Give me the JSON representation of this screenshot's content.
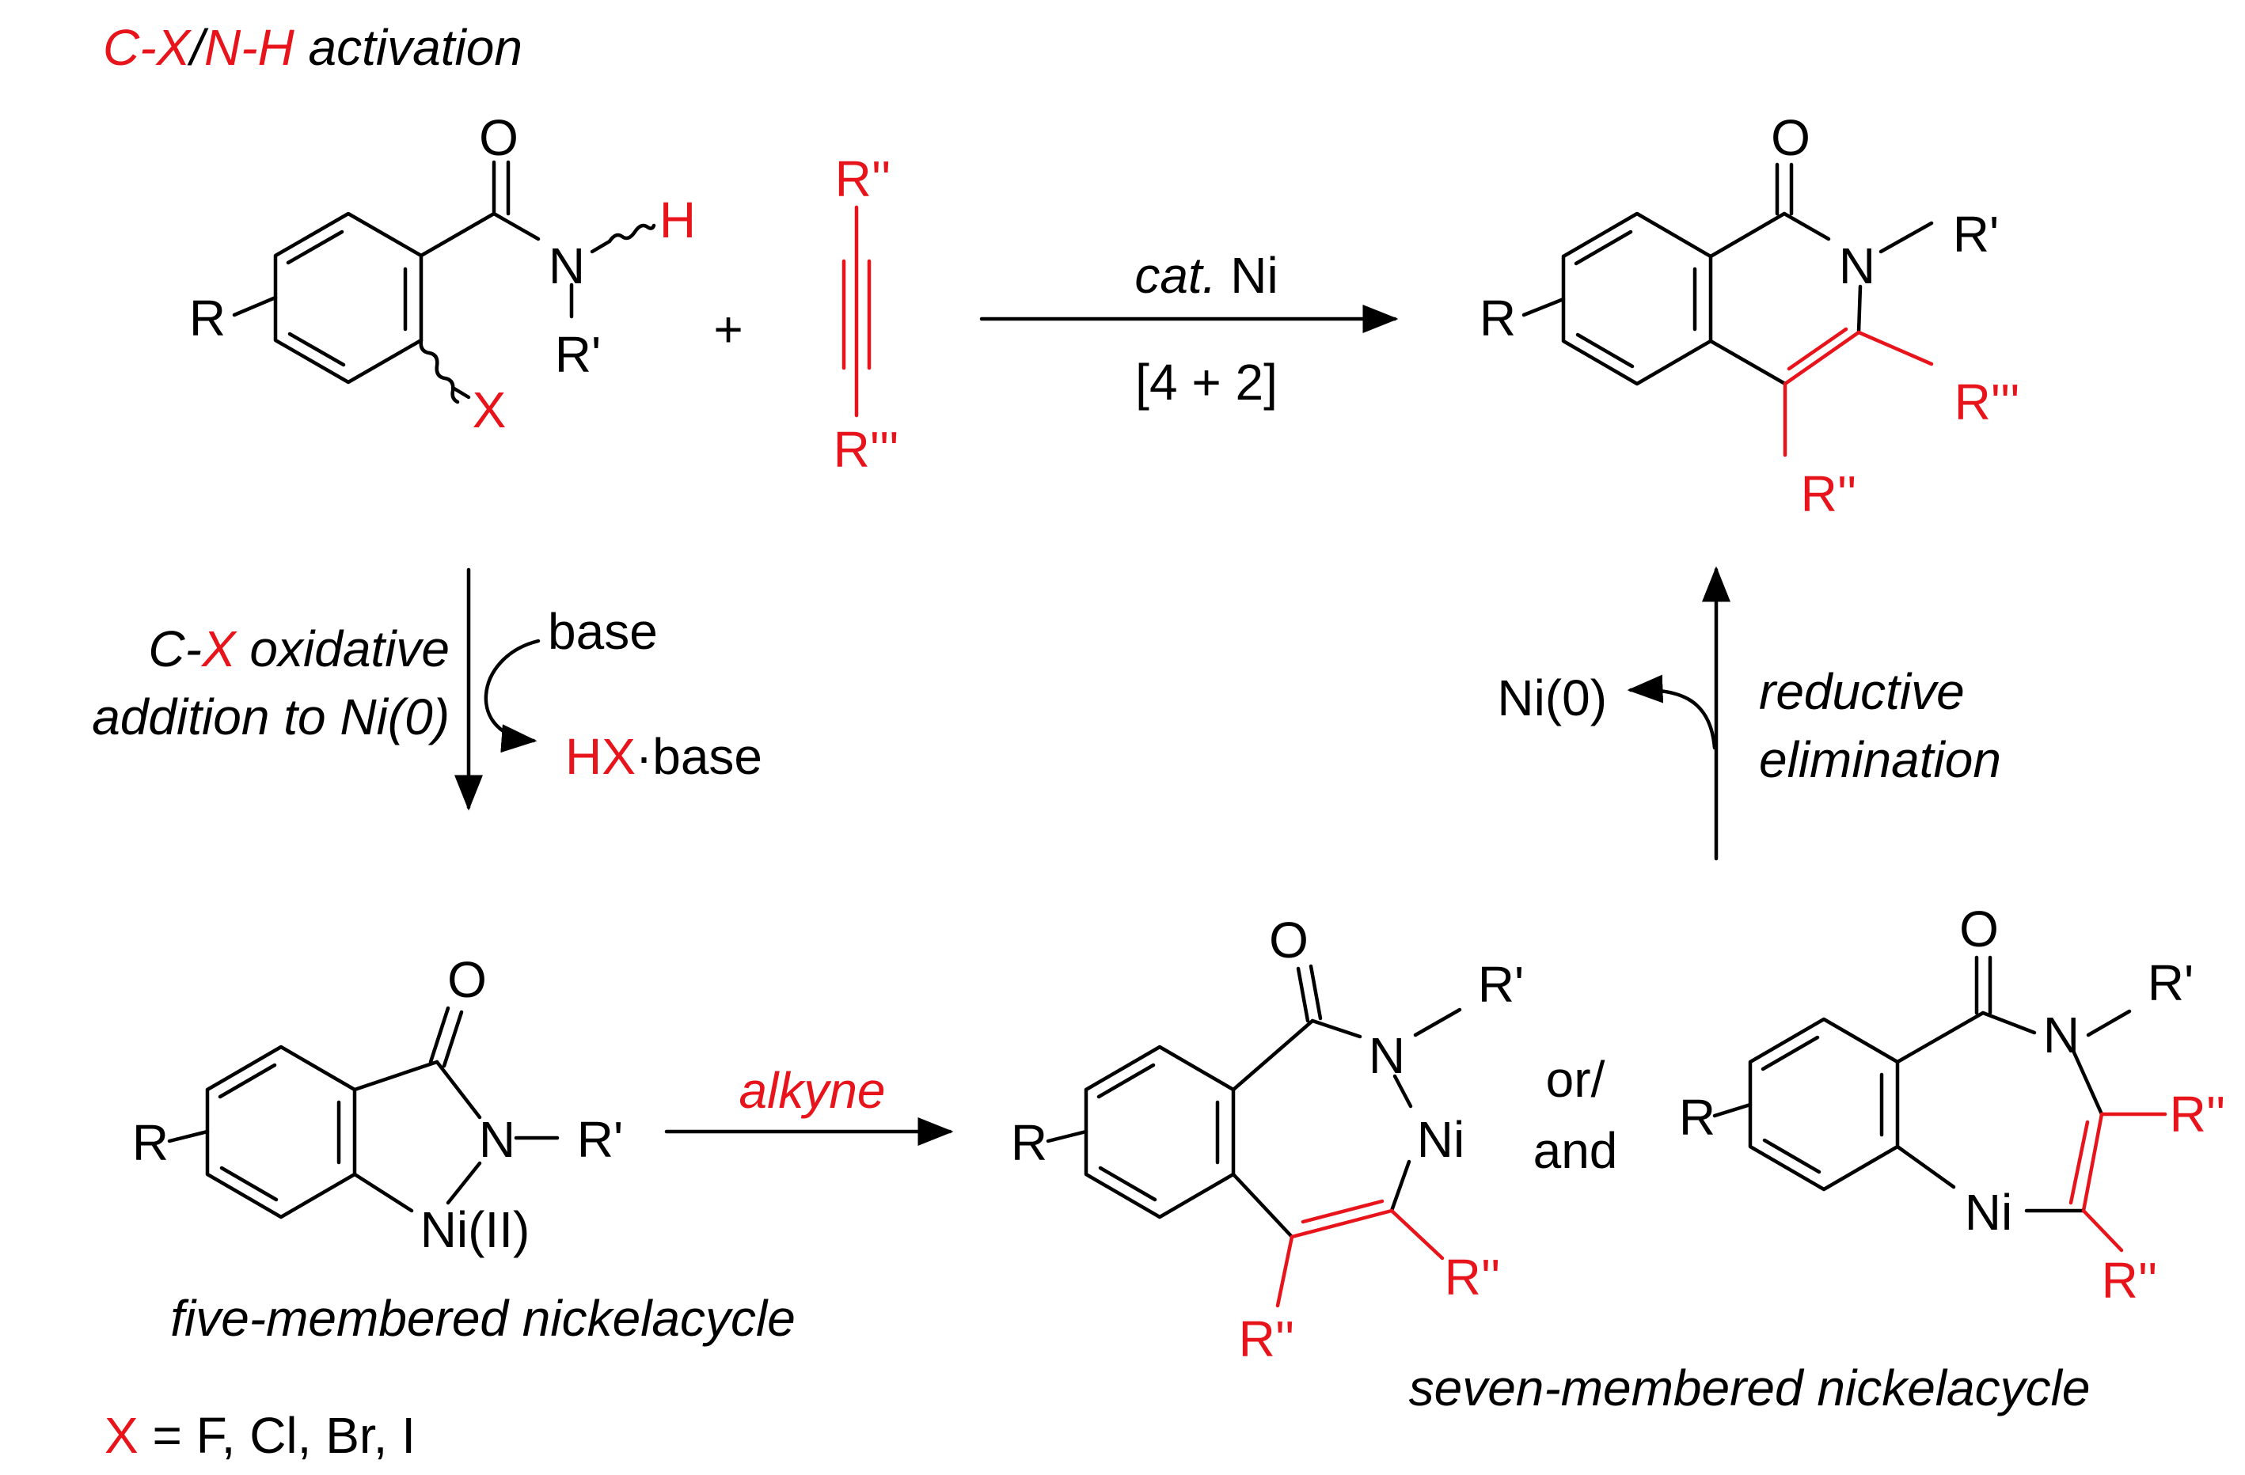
{
  "title": {
    "cx": "C-X",
    "slash": "/",
    "nh": "N-H",
    "rest": " activation"
  },
  "atoms": {
    "O": "O",
    "N": "N",
    "H": "H",
    "X": "X",
    "R": "R",
    "R1": "R'",
    "R2": "R''",
    "R3": "R'''",
    "Ni": "Ni",
    "NiII": "Ni(II)"
  },
  "plus": "+",
  "top_arrow": {
    "cat": "cat.",
    "ni": " Ni",
    "cyc": "[4 + 2]"
  },
  "left_step": {
    "line1_pre": "C-",
    "line1_x": "X",
    "line1_post": " oxidative",
    "line2": "addition to Ni(0)",
    "base": "base",
    "hx": "HX",
    "dot": "·",
    "base2": "base"
  },
  "right_step": {
    "ni0": "Ni(0)",
    "line1": "reductive",
    "line2": "elimination"
  },
  "alkyne_label": "alkyne",
  "or_and": {
    "line1": "or/",
    "line2": "and"
  },
  "captions": {
    "five": "five-membered nickelacycle",
    "seven": "seven-membered nickelacycle",
    "x_def_x": "X",
    "x_def_rest": " = F, Cl, Br, I"
  },
  "colors": {
    "highlight": "#e8141b",
    "ink": "#000000"
  }
}
